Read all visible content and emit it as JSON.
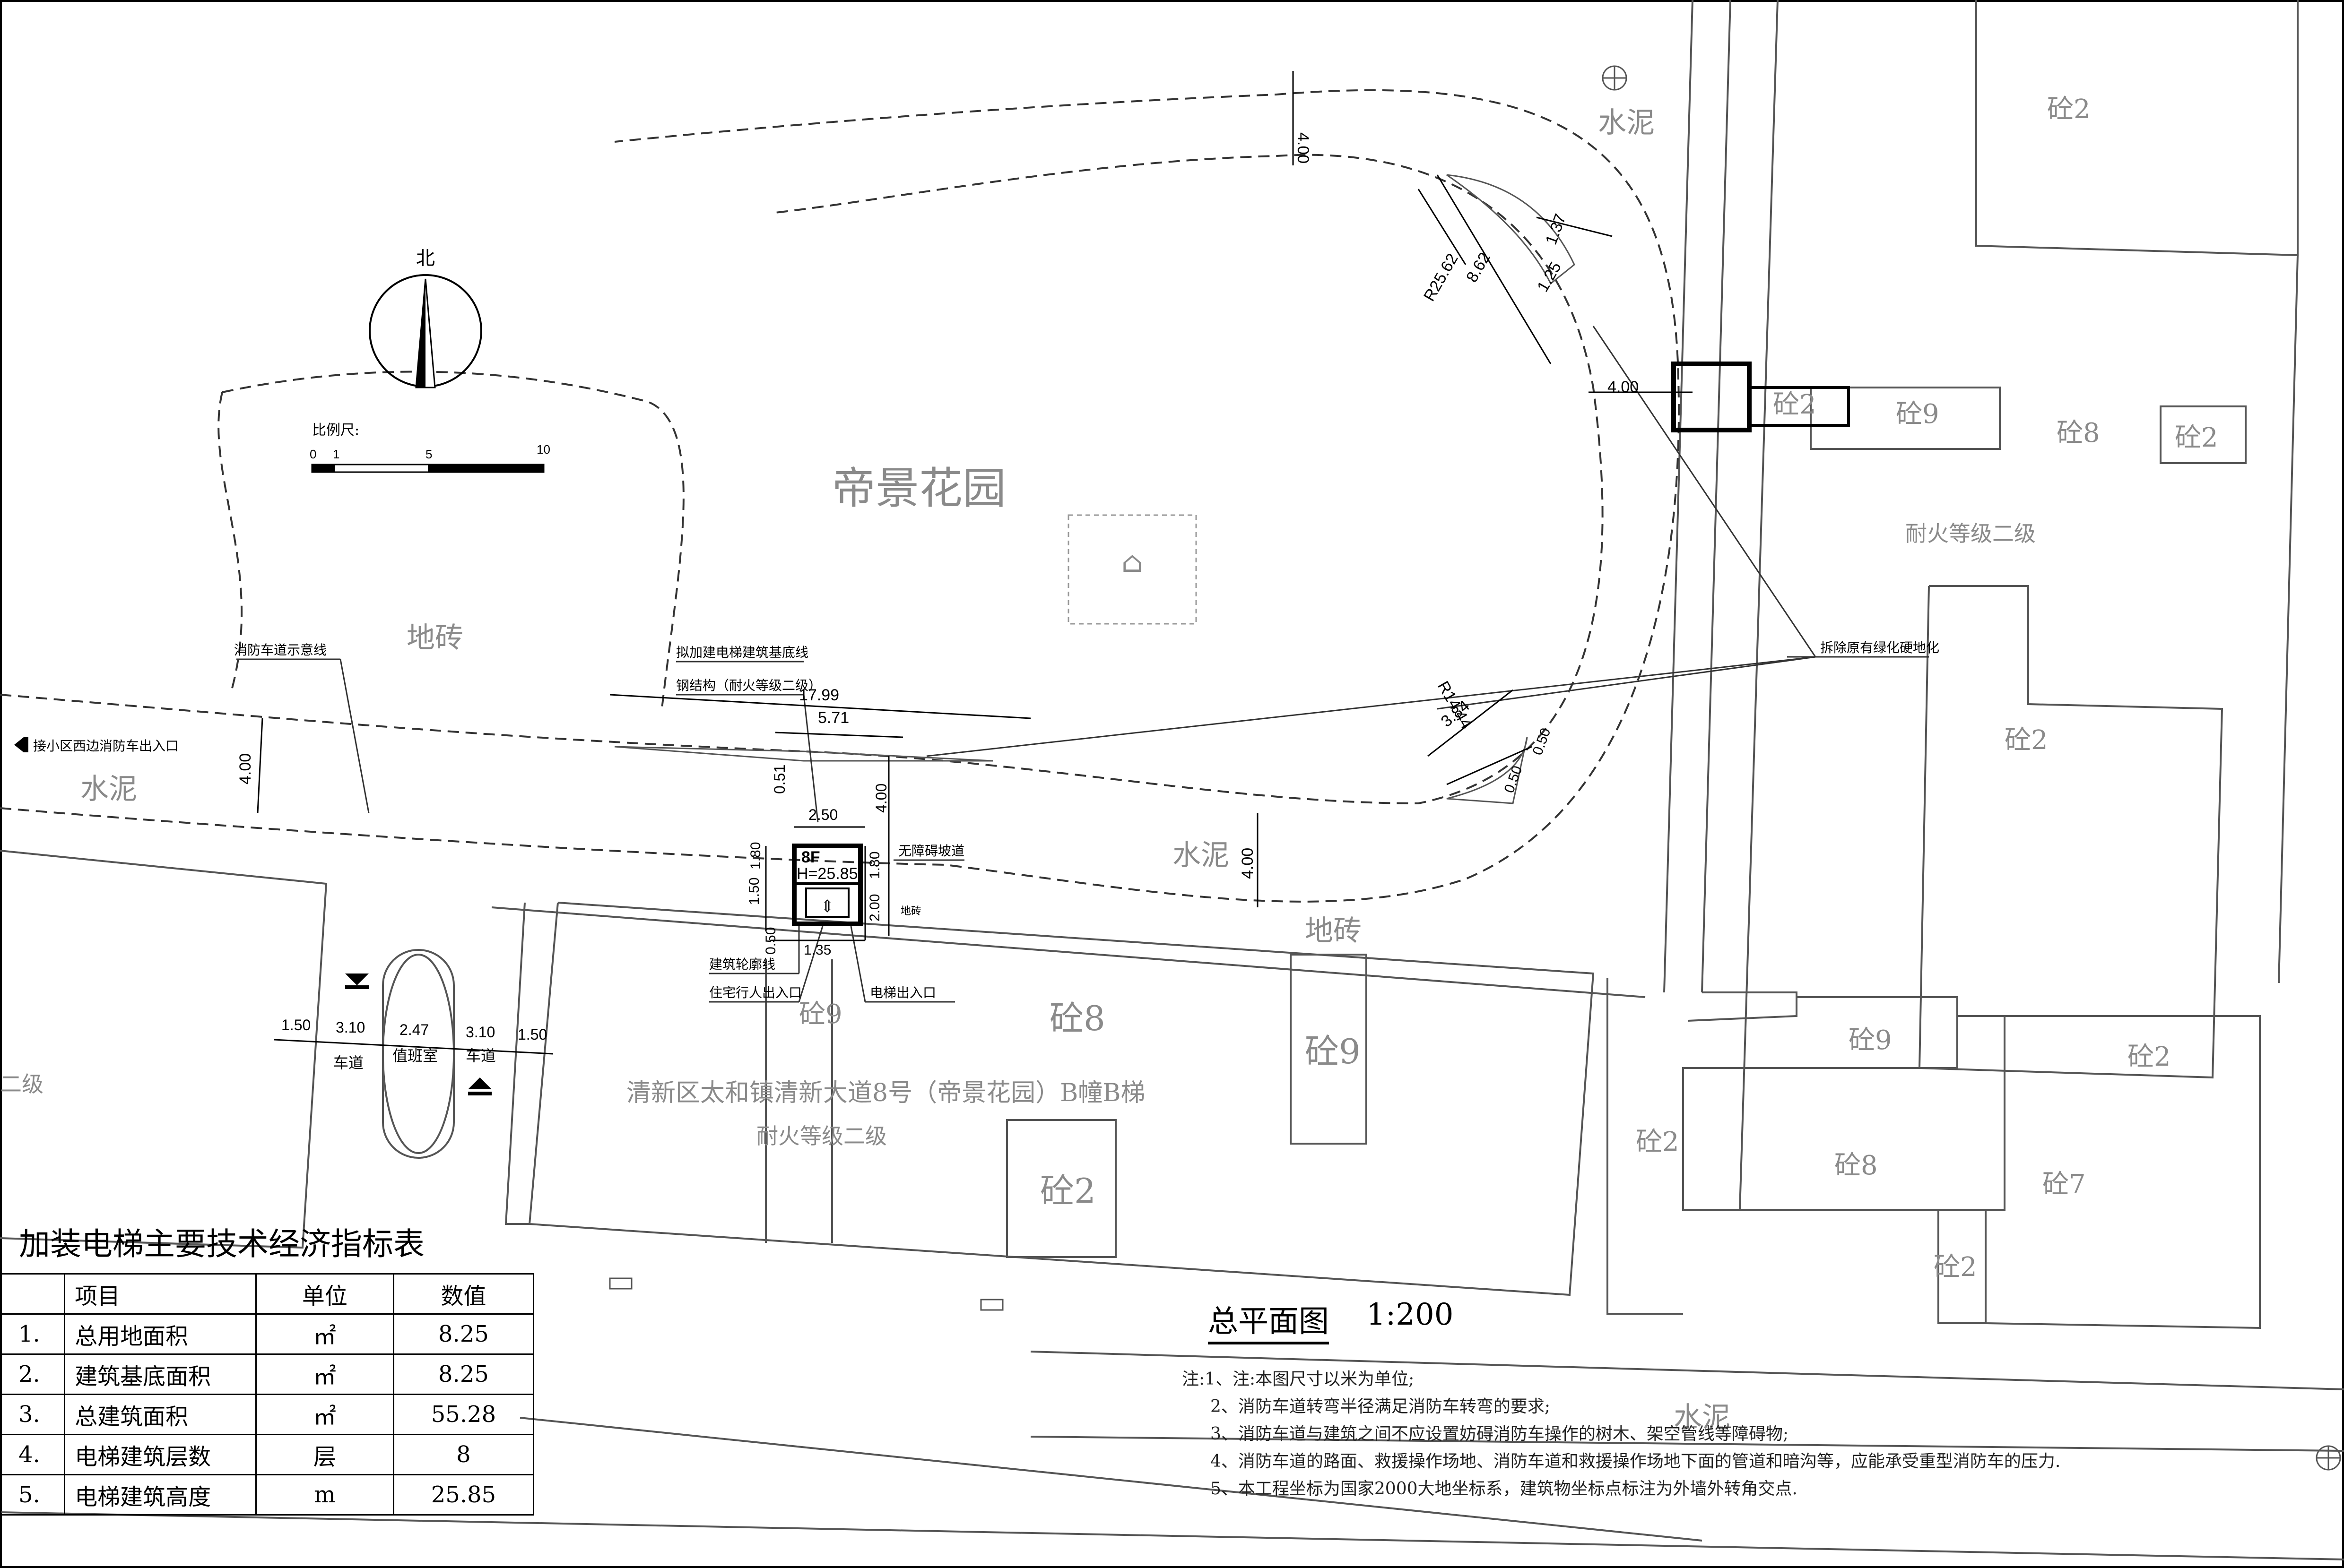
{
  "drawing": {
    "compass_label": "北",
    "scale_bar": {
      "title": "比例尺:",
      "ticks": [
        "0",
        "1",
        "5",
        "10"
      ]
    },
    "estate_name": "帝景花园",
    "building_address": "清新区太和镇清新大道8号（帝景花园）B幢B梯",
    "fire_rating_main": "耐火等级二级",
    "fire_rating_right": "耐火等级二级",
    "fire_rating_left_partial": "二级",
    "material_labels": {
      "paving_brick": "地砖",
      "cement": "水泥",
      "c2": "砼2",
      "c7": "砼7",
      "c8": "砼8",
      "c9": "砼9"
    },
    "callouts": {
      "fire_lane_indicator": "消防车道示意线",
      "to_west_fire_entrance": "接小区西边消防车出入口",
      "proposed_elevator_outline": "拟加建电梯建筑基底线",
      "steel_structure": "钢结构（耐火等级二级）",
      "accessible_ramp": "无障碍坡道",
      "paving": "地砖",
      "building_outline": "建筑轮廓线",
      "resident_entrance": "住宅行人出入口",
      "elevator_entrance": "电梯出入口",
      "remove_greenery": "拆除原有绿化硬地化",
      "guard_room": "值班室",
      "lane": "车道"
    },
    "elevator_tag": {
      "floors": "8F",
      "height": "H=25.85"
    },
    "dimensions": {
      "lane_width_top": "4.00",
      "lane_width_left": "4.00",
      "lane_width_center": "4.00",
      "lane_width_right": "4.00",
      "radius_outer": "R25.62",
      "d862": "8.62",
      "d137": "1.37",
      "d125": "1.25",
      "radius_inner": "R14.44",
      "d384": "3.84",
      "d050a": "0.50",
      "d050b": "0.50",
      "d1799": "17.99",
      "d571": "5.71",
      "d051": "0.51",
      "d250": "2.50",
      "d400v": "4.00",
      "d180a": "1.80",
      "d180b": "1.80",
      "d150": "1.50",
      "d050c": "0.50",
      "d200": "2.00",
      "d135": "1.35",
      "road_150a": "1.50",
      "road_310a": "3.10",
      "road_247": "2.47",
      "road_310b": "3.10",
      "road_150b": "1.50"
    }
  },
  "indicator_table": {
    "title": "加装电梯主要技术经济指标表",
    "headers": {
      "no": "",
      "item": "项目",
      "unit": "单位",
      "value": "数值"
    },
    "rows": [
      {
        "no": "1.",
        "item": "总用地面积",
        "unit": "㎡",
        "value": "8.25"
      },
      {
        "no": "2.",
        "item": "建筑基底面积",
        "unit": "㎡",
        "value": "8.25"
      },
      {
        "no": "3.",
        "item": "总建筑面积",
        "unit": "㎡",
        "value": "55.28"
      },
      {
        "no": "4.",
        "item": "电梯建筑层数",
        "unit": "层",
        "value": "8"
      },
      {
        "no": "5.",
        "item": "电梯建筑高度",
        "unit": "m",
        "value": "25.85"
      }
    ]
  },
  "plan_title": {
    "name": "总平面图",
    "scale": "1:200"
  },
  "notes": [
    "注:1、注:本图尺寸以米为单位;",
    "2、消防车道转弯半径满足消防车转弯的要求;",
    "3、消防车道与建筑之间不应设置妨碍消防车操作的树木、架空管线等障碍物;",
    "4、消防车道的路面、救援操作场地、消防车道和救援操作场地下面的管道和暗沟等，应能承受重型消防车的压力.",
    "5、本工程坐标为国家2000大地坐标系，建筑物坐标点标注为外墙外转角交点."
  ]
}
